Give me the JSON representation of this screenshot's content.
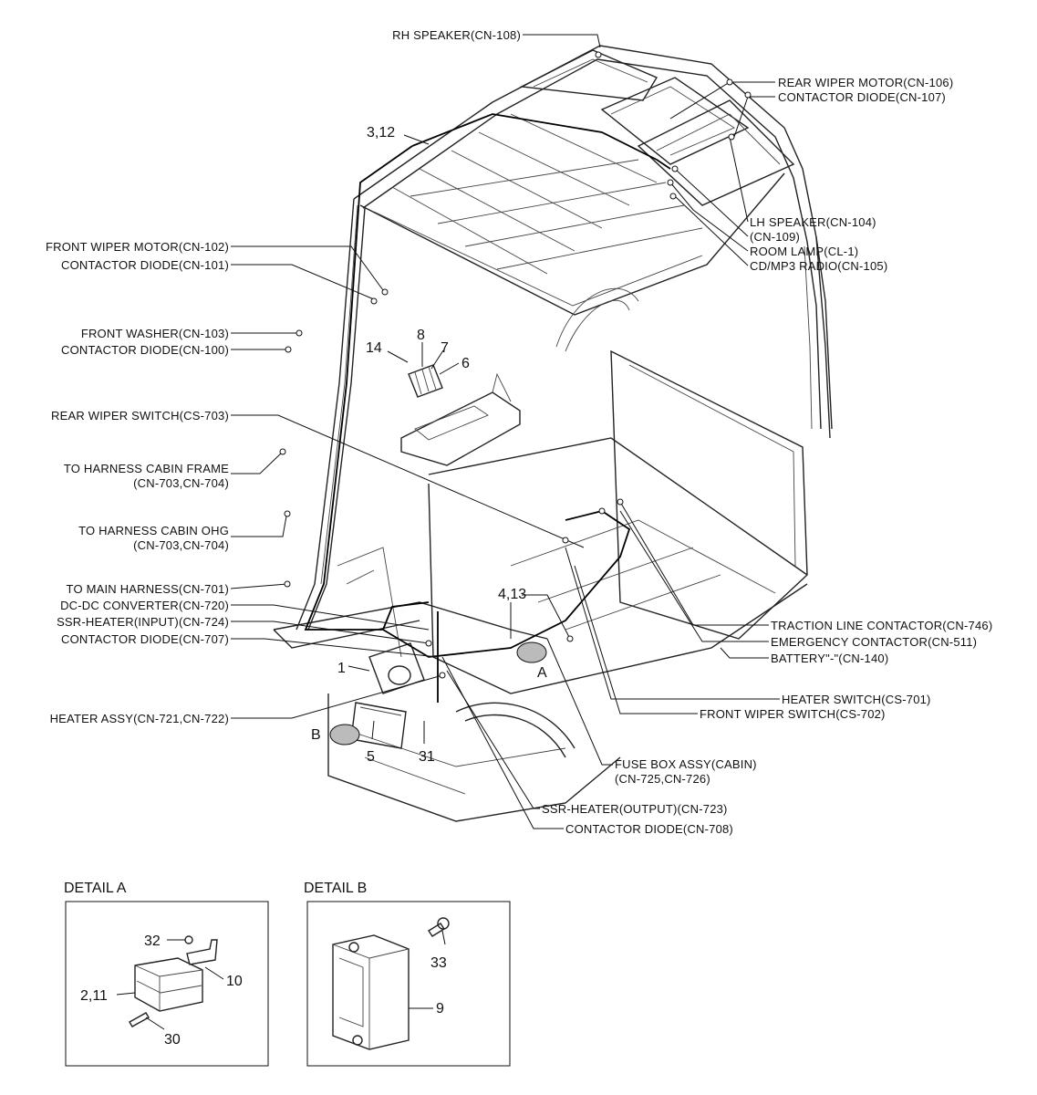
{
  "labels": {
    "rh_speaker": "RH SPEAKER(CN-108)",
    "rear_wiper_motor": "REAR WIPER MOTOR(CN-106)",
    "contactor_diode_107": "CONTACTOR DIODE(CN-107)",
    "lh_speaker": "LH SPEAKER(CN-104)",
    "cn_109": "(CN-109)",
    "room_lamp": "ROOM LAMP(CL-1)",
    "cd_radio": "CD/MP3 RADIO(CN-105)",
    "front_wiper_motor": "FRONT WIPER MOTOR(CN-102)",
    "contactor_diode_101": "CONTACTOR DIODE(CN-101)",
    "front_washer": "FRONT WASHER(CN-103)",
    "contactor_diode_100": "CONTACTOR DIODE(CN-100)",
    "rear_wiper_switch": "REAR WIPER SWITCH(CS-703)",
    "harness_cabin_frame_1": "TO HARNESS CABIN FRAME",
    "harness_cabin_frame_2": "(CN-703,CN-704)",
    "harness_cabin_ohg_1": "TO HARNESS CABIN OHG",
    "harness_cabin_ohg_2": "(CN-703,CN-704)",
    "main_harness": "TO MAIN HARNESS(CN-701)",
    "dc_dc_converter": "DC-DC CONVERTER(CN-720)",
    "ssr_heater_input": "SSR-HEATER(INPUT)(CN-724)",
    "contactor_diode_707": "CONTACTOR DIODE(CN-707)",
    "heater_assy": "HEATER ASSY(CN-721,CN-722)",
    "traction_line_contactor": "TRACTION LINE CONTACTOR(CN-746)",
    "emergency_contactor": "EMERGENCY CONTACTOR(CN-511)",
    "battery": "BATTERY\"-\"(CN-140)",
    "heater_switch": "HEATER SWITCH(CS-701)",
    "front_wiper_switch": "FRONT WIPER SWITCH(CS-702)",
    "fuse_box_1": "FUSE BOX ASSY(CABIN)",
    "fuse_box_2": "(CN-725,CN-726)",
    "ssr_heater_output": "SSR-HEATER(OUTPUT)(CN-723)",
    "contactor_diode_708": "CONTACTOR DIODE(CN-708)"
  },
  "callouts": {
    "n3_12": "3,12",
    "n8": "8",
    "n7": "7",
    "n14": "14",
    "n6": "6",
    "n4_13": "4,13",
    "n1": "1",
    "mark_a": "A",
    "mark_b": "B",
    "n5": "5",
    "n31": "31"
  },
  "detail_a": {
    "title": "DETAIL A",
    "n32": "32",
    "n10": "10",
    "n2_11": "2,11",
    "n30": "30"
  },
  "detail_b": {
    "title": "DETAIL B",
    "n33": "33",
    "n9": "9"
  }
}
